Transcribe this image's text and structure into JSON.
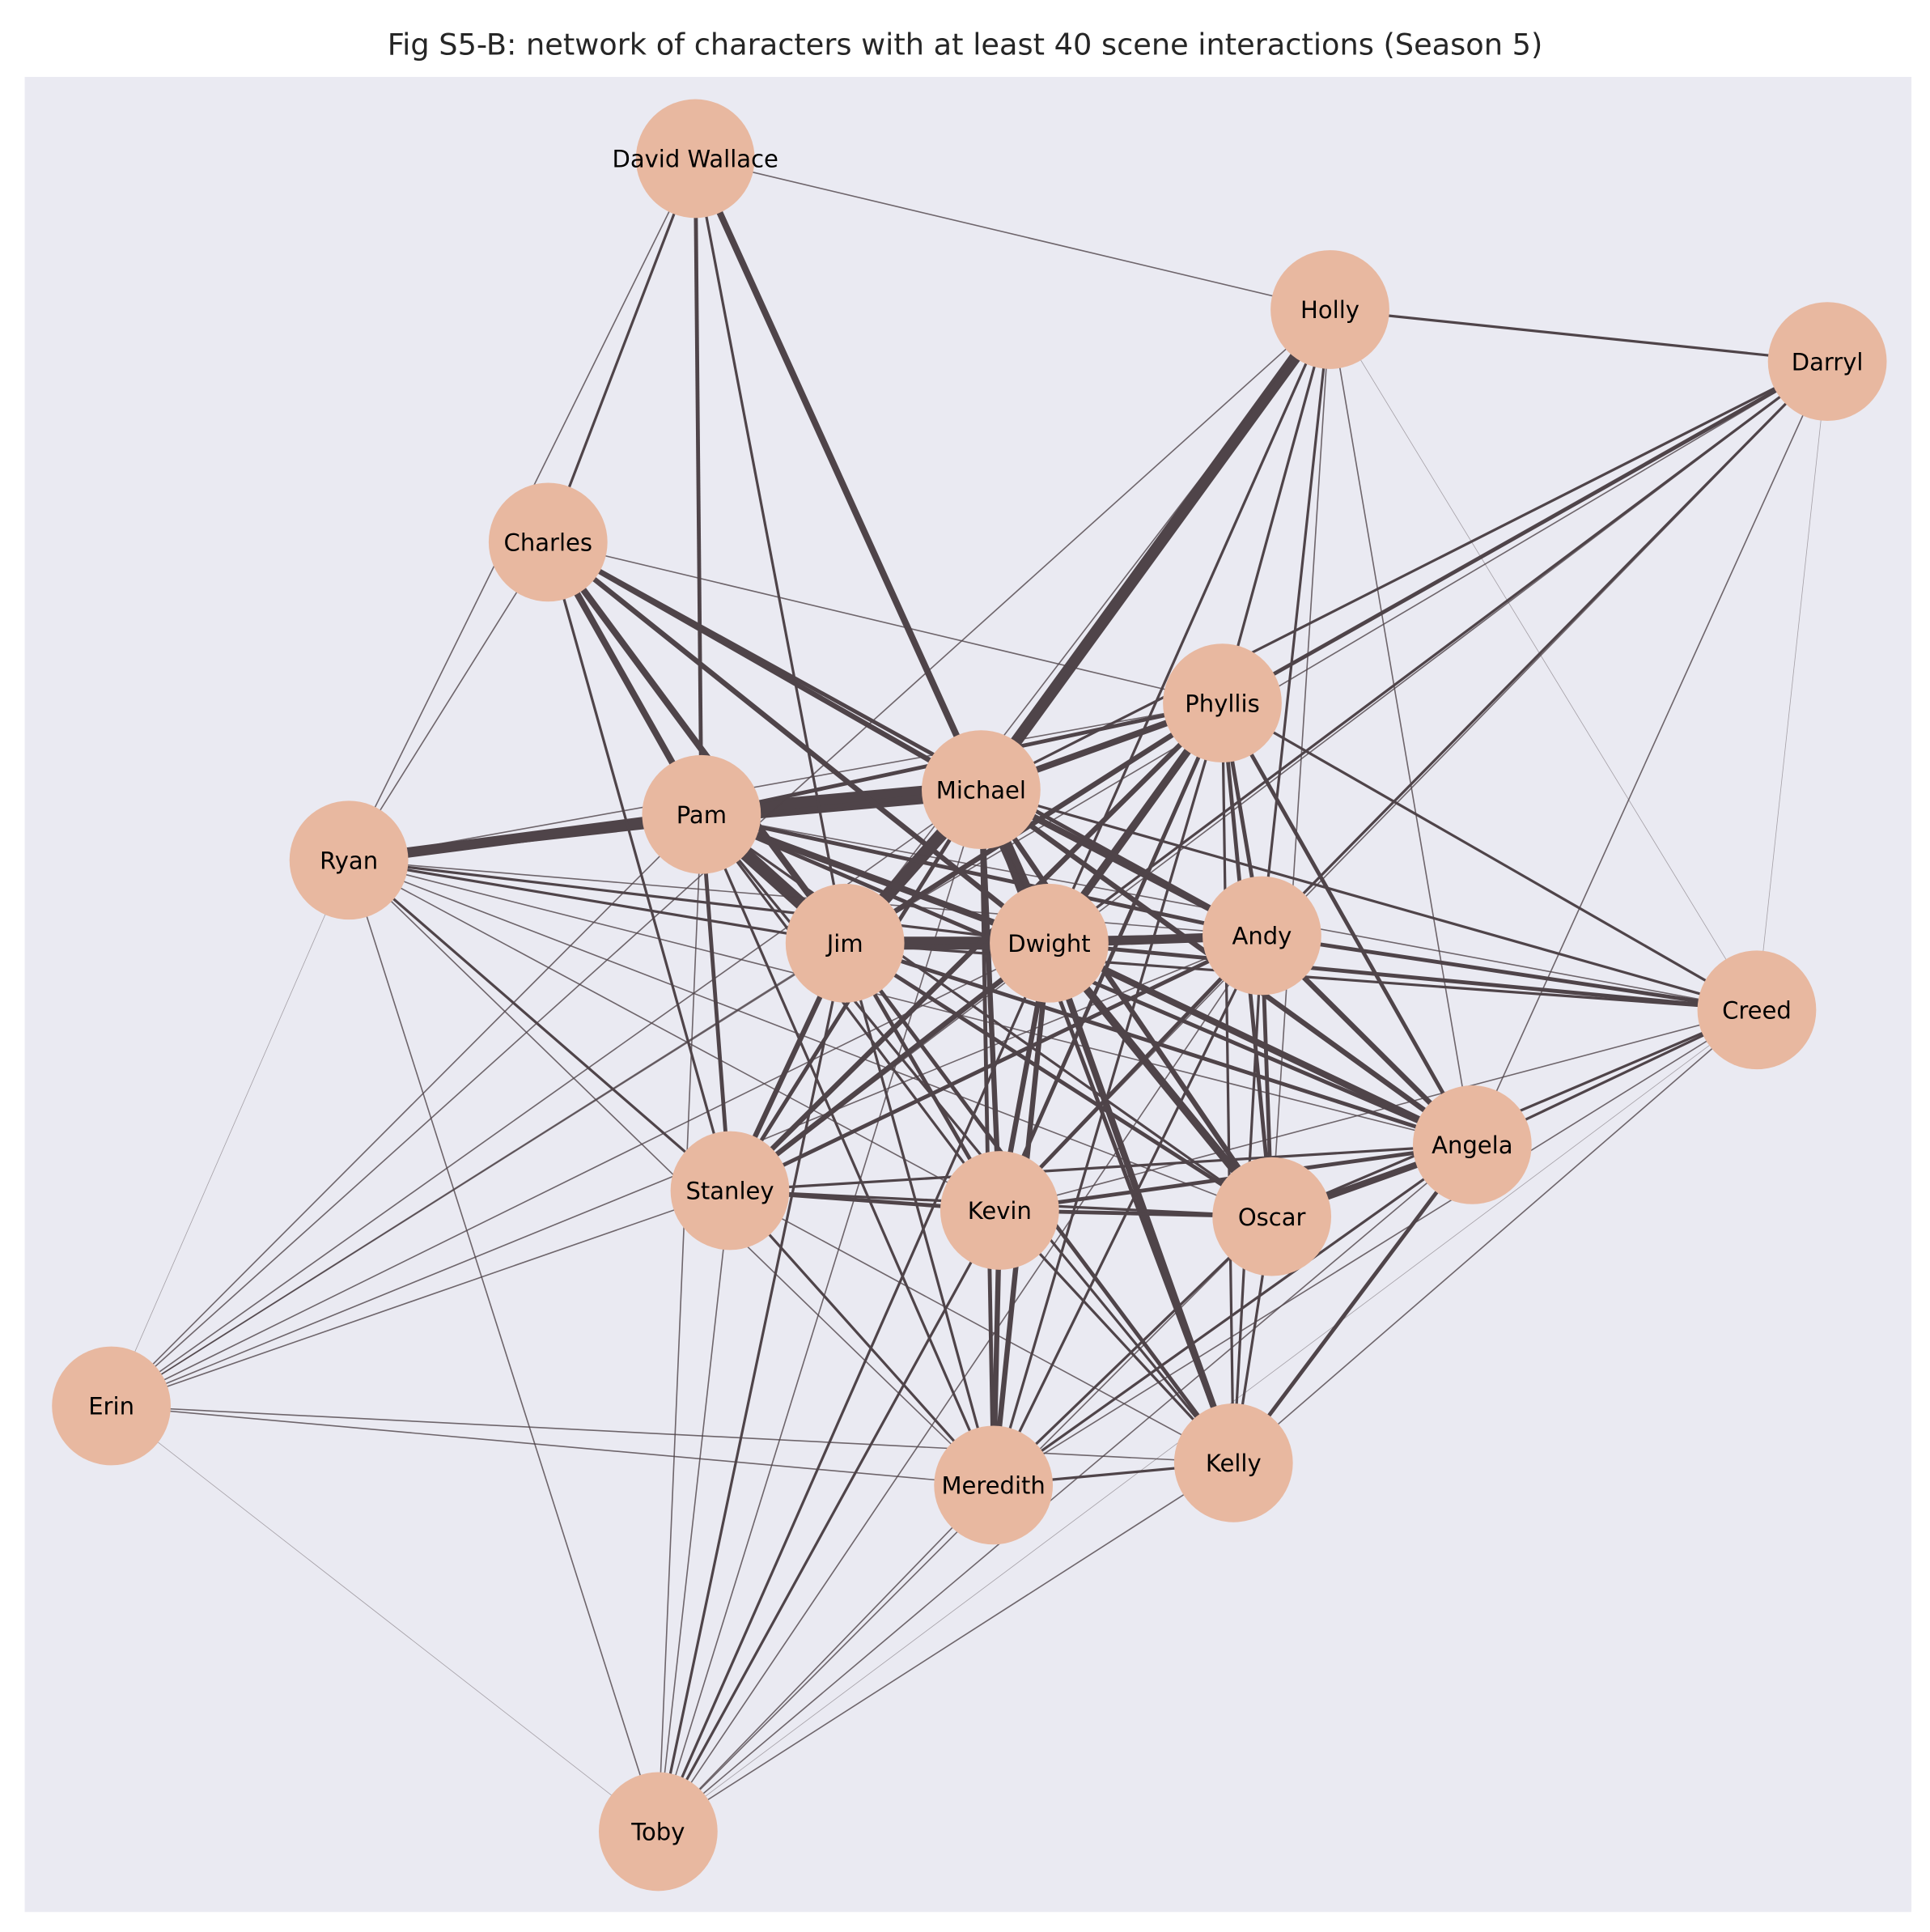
{
  "title": "Fig S5-B: network of characters with at least 40 scene interactions (Season 5)",
  "colors": {
    "background": "#eaeaf2",
    "node": "#e8b8a0",
    "edge": "#4f4449"
  },
  "nodes": [
    "David Wallace",
    "Holly",
    "Darryl",
    "Charles",
    "Phyllis",
    "Michael",
    "Pam",
    "Ryan",
    "Jim",
    "Dwight",
    "Andy",
    "Creed",
    "Angela",
    "Stanley",
    "Kevin",
    "Oscar",
    "Erin",
    "Meredith",
    "Kelly",
    "Toby"
  ],
  "edges_relative_weight": [
    [
      "Michael",
      "Pam",
      14
    ],
    [
      "Michael",
      "Jim",
      10
    ],
    [
      "Michael",
      "Dwight",
      10
    ],
    [
      "Michael",
      "Holly",
      9
    ],
    [
      "Michael",
      "David Wallace",
      5
    ],
    [
      "Michael",
      "Phyllis",
      5
    ],
    [
      "Michael",
      "Andy",
      5
    ],
    [
      "Michael",
      "Charles",
      4
    ],
    [
      "Michael",
      "Kevin",
      4
    ],
    [
      "Michael",
      "Oscar",
      4
    ],
    [
      "Michael",
      "Angela",
      4
    ],
    [
      "Michael",
      "Stanley",
      3
    ],
    [
      "Michael",
      "Meredith",
      3
    ],
    [
      "Michael",
      "Kelly",
      3
    ],
    [
      "Michael",
      "Ryan",
      3
    ],
    [
      "Michael",
      "Creed",
      2
    ],
    [
      "Michael",
      "Darryl",
      2
    ],
    [
      "Michael",
      "Toby",
      1
    ],
    [
      "Michael",
      "Erin",
      1
    ],
    [
      "Pam",
      "Ryan",
      8
    ],
    [
      "Pam",
      "Jim",
      10
    ],
    [
      "Pam",
      "Dwight",
      5
    ],
    [
      "Pam",
      "Charles",
      5
    ],
    [
      "Pam",
      "Andy",
      3
    ],
    [
      "Pam",
      "Phyllis",
      3
    ],
    [
      "Pam",
      "Stanley",
      3
    ],
    [
      "Pam",
      "Kevin",
      2
    ],
    [
      "Pam",
      "Oscar",
      2
    ],
    [
      "Pam",
      "Angela",
      3
    ],
    [
      "Pam",
      "Creed",
      1
    ],
    [
      "Pam",
      "David Wallace",
      3
    ],
    [
      "Pam",
      "Meredith",
      2
    ],
    [
      "Pam",
      "Kelly",
      2
    ],
    [
      "Pam",
      "Toby",
      1
    ],
    [
      "Pam",
      "Erin",
      1
    ],
    [
      "Jim",
      "Dwight",
      10
    ],
    [
      "Jim",
      "Charles",
      5
    ],
    [
      "Jim",
      "Andy",
      4
    ],
    [
      "Jim",
      "Phyllis",
      4
    ],
    [
      "Jim",
      "Stanley",
      4
    ],
    [
      "Jim",
      "Kevin",
      3
    ],
    [
      "Jim",
      "Oscar",
      3
    ],
    [
      "Jim",
      "Angela",
      3
    ],
    [
      "Jim",
      "Kelly",
      3
    ],
    [
      "Jim",
      "Meredith",
      2
    ],
    [
      "Jim",
      "Creed",
      2
    ],
    [
      "Jim",
      "Ryan",
      2
    ],
    [
      "Jim",
      "David Wallace",
      2
    ],
    [
      "Jim",
      "Toby",
      2
    ],
    [
      "Jim",
      "Erin",
      1
    ],
    [
      "Jim",
      "Holly",
      1
    ],
    [
      "Jim",
      "Darryl",
      1
    ],
    [
      "Dwight",
      "Andy",
      7
    ],
    [
      "Dwight",
      "Phyllis",
      6
    ],
    [
      "Dwight",
      "Oscar",
      6
    ],
    [
      "Dwight",
      "Kelly",
      5
    ],
    [
      "Dwight",
      "Angela",
      5
    ],
    [
      "Dwight",
      "Kevin",
      4
    ],
    [
      "Dwight",
      "Stanley",
      4
    ],
    [
      "Dwight",
      "Meredith",
      4
    ],
    [
      "Dwight",
      "Creed",
      3
    ],
    [
      "Dwight",
      "Charles",
      4
    ],
    [
      "Dwight",
      "David Wallace",
      1
    ],
    [
      "Dwight",
      "Ryan",
      2
    ],
    [
      "Dwight",
      "Holly",
      2
    ],
    [
      "Dwight",
      "Darryl",
      2
    ],
    [
      "Dwight",
      "Toby",
      2
    ],
    [
      "Dwight",
      "Erin",
      1
    ],
    [
      "Andy",
      "Angela",
      4
    ],
    [
      "Andy",
      "Oscar",
      3
    ],
    [
      "Andy",
      "Kevin",
      3
    ],
    [
      "Andy",
      "Stanley",
      3
    ],
    [
      "Andy",
      "Phyllis",
      3
    ],
    [
      "Andy",
      "Creed",
      3
    ],
    [
      "Andy",
      "Kelly",
      2
    ],
    [
      "Andy",
      "Meredith",
      2
    ],
    [
      "Andy",
      "Darryl",
      2
    ],
    [
      "Andy",
      "Holly",
      2
    ],
    [
      "Andy",
      "Charles",
      3
    ],
    [
      "Andy",
      "Ryan",
      1
    ],
    [
      "Andy",
      "Toby",
      1
    ],
    [
      "Andy",
      "Erin",
      1
    ],
    [
      "Phyllis",
      "Angela",
      3
    ],
    [
      "Phyllis",
      "Oscar",
      3
    ],
    [
      "Phyllis",
      "Kevin",
      3
    ],
    [
      "Phyllis",
      "Stanley",
      4
    ],
    [
      "Phyllis",
      "Creed",
      2
    ],
    [
      "Phyllis",
      "Darryl",
      3
    ],
    [
      "Phyllis",
      "Holly",
      2
    ],
    [
      "Phyllis",
      "Meredith",
      2
    ],
    [
      "Phyllis",
      "Kelly",
      2
    ],
    [
      "Phyllis",
      "Ryan",
      1
    ],
    [
      "Phyllis",
      "Erin",
      1
    ],
    [
      "Phyllis",
      "Charles",
      1
    ],
    [
      "Angela",
      "Oscar",
      5
    ],
    [
      "Angela",
      "Kevin",
      3
    ],
    [
      "Angela",
      "Stanley",
      2
    ],
    [
      "Angela",
      "Creed",
      2
    ],
    [
      "Angela",
      "Meredith",
      2
    ],
    [
      "Angela",
      "Kelly",
      3
    ],
    [
      "Angela",
      "Toby",
      1
    ],
    [
      "Angela",
      "Darryl",
      1
    ],
    [
      "Angela",
      "Holly",
      1
    ],
    [
      "Angela",
      "Ryan",
      1
    ],
    [
      "Oscar",
      "Kevin",
      3
    ],
    [
      "Oscar",
      "Stanley",
      2
    ],
    [
      "Oscar",
      "Kelly",
      2
    ],
    [
      "Oscar",
      "Meredith",
      2
    ],
    [
      "Oscar",
      "Creed",
      2
    ],
    [
      "Oscar",
      "Toby",
      1
    ],
    [
      "Oscar",
      "Ryan",
      1
    ],
    [
      "Oscar",
      "Holly",
      1
    ],
    [
      "Kevin",
      "Stanley",
      3
    ],
    [
      "Kevin",
      "Meredith",
      4
    ],
    [
      "Kevin",
      "Kelly",
      2
    ],
    [
      "Kevin",
      "Creed",
      1
    ],
    [
      "Kevin",
      "Toby",
      2
    ],
    [
      "Kevin",
      "Darryl",
      1
    ],
    [
      "Kevin",
      "Ryan",
      1
    ],
    [
      "Stanley",
      "Meredith",
      2
    ],
    [
      "Stanley",
      "Kelly",
      1
    ],
    [
      "Stanley",
      "Ryan",
      2
    ],
    [
      "Stanley",
      "Erin",
      1
    ],
    [
      "Stanley",
      "Toby",
      1
    ],
    [
      "Stanley",
      "Charles",
      2
    ],
    [
      "Stanley",
      "Darryl",
      1
    ],
    [
      "Meredith",
      "Kelly",
      2
    ],
    [
      "Meredith",
      "Toby",
      1
    ],
    [
      "Meredith",
      "Erin",
      1
    ],
    [
      "Meredith",
      "Creed",
      1
    ],
    [
      "Meredith",
      "Ryan",
      1
    ],
    [
      "Kelly",
      "Toby",
      1
    ],
    [
      "Kelly",
      "Creed",
      1
    ],
    [
      "Kelly",
      "Erin",
      1
    ],
    [
      "Creed",
      "Toby",
      0.5
    ],
    [
      "Creed",
      "Darryl",
      0.5
    ],
    [
      "Creed",
      "Holly",
      0.5
    ],
    [
      "Holly",
      "Darryl",
      2
    ],
    [
      "Holly",
      "David Wallace",
      1
    ],
    [
      "Holly",
      "Erin",
      1
    ],
    [
      "David Wallace",
      "Charles",
      2
    ],
    [
      "David Wallace",
      "Ryan",
      1
    ],
    [
      "Ryan",
      "Erin",
      0.5
    ],
    [
      "Ryan",
      "Toby",
      1
    ],
    [
      "Ryan",
      "Charles",
      1
    ],
    [
      "Erin",
      "Toby",
      0.5
    ]
  ]
}
